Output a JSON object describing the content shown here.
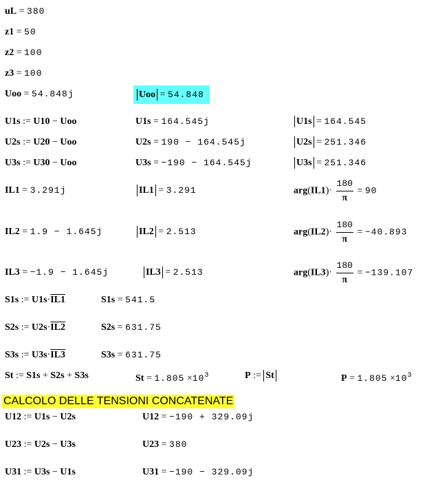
{
  "defs": {
    "uL": {
      "name": "uL",
      "value": "380"
    },
    "z1": {
      "name": "z1",
      "value": "50"
    },
    "z2": {
      "name": "z2",
      "value": "100"
    },
    "z3": {
      "name": "z3",
      "value": "100"
    },
    "Uoo": {
      "name": "Uoo",
      "value": "54.848j"
    },
    "Uoo_abs": {
      "name": "Uoo",
      "value": "54.848"
    }
  },
  "symbols": {
    "eq": "=",
    "assign": ":=",
    "minus": "−",
    "plus": "+",
    "dot": "·",
    "times": "×",
    "pi": "π",
    "arg": "arg"
  },
  "U_s": [
    {
      "def_lhs": "U1s",
      "def_rhs_a": "U10",
      "def_rhs_b": "Uoo",
      "res_name": "U1s",
      "res_value": "164.545j",
      "abs_name": "U1s",
      "abs_value": "164.545"
    },
    {
      "def_lhs": "U2s",
      "def_rhs_a": "U20",
      "def_rhs_b": "Uoo",
      "res_name": "U2s",
      "res_value": "190 − 164.545j",
      "abs_name": "U2s",
      "abs_value": "251.346"
    },
    {
      "def_lhs": "U3s",
      "def_rhs_a": "U30",
      "def_rhs_b": "Uoo",
      "res_name": "U3s",
      "res_value": "−190 − 164.545j",
      "abs_name": "U3s",
      "abs_value": "251.346"
    }
  ],
  "IL": [
    {
      "name": "IL1",
      "value": "3.291j",
      "abs_value": "3.291",
      "factor_num": "180",
      "arg_value": "90"
    },
    {
      "name": "IL2",
      "value": "1.9 − 1.645j",
      "abs_value": "2.513",
      "factor_num": "180",
      "arg_value": "−40.893"
    },
    {
      "name": "IL3",
      "value": "−1.9 − 1.645j",
      "abs_value": "2.513",
      "factor_num": "180",
      "arg_value": "−139.107"
    }
  ],
  "S": [
    {
      "lhs": "S1s",
      "u": "U1s",
      "il": "IL1",
      "res_name": "S1s",
      "res_value": "541.5"
    },
    {
      "lhs": "S2s",
      "u": "U2s",
      "il": "IL2",
      "res_name": "S2s",
      "res_value": "631.75"
    },
    {
      "lhs": "S3s",
      "u": "U3s",
      "il": "IL3",
      "res_name": "S3s",
      "res_value": "631.75"
    }
  ],
  "St": {
    "lhs": "St",
    "terms": [
      "S1s",
      "S2s",
      "S3s"
    ],
    "res_name": "St",
    "res_mantissa": "1.805",
    "res_base": "10",
    "res_exp": "3",
    "P_lhs": "P",
    "P_rhs": "St",
    "P_res_name": "P",
    "P_mantissa": "1.805",
    "P_base": "10",
    "P_exp": "3"
  },
  "section_heading": "CALCOLO DELLE TENSIONI CONCATENATE",
  "U_line": [
    {
      "lhs": "U12",
      "a": "U1s",
      "b": "U2s",
      "res_name": "U12",
      "res_value": "−190 + 329.09j"
    },
    {
      "lhs": "U23",
      "a": "U2s",
      "b": "U3s",
      "res_name": "U23",
      "res_value": "380"
    },
    {
      "lhs": "U31",
      "a": "U3s",
      "b": "U1s",
      "res_name": "U31",
      "res_value": "−190 − 329.09j"
    }
  ],
  "colors": {
    "highlight_abs_uoo": "#66ffff",
    "highlight_heading": "#ffff33"
  }
}
